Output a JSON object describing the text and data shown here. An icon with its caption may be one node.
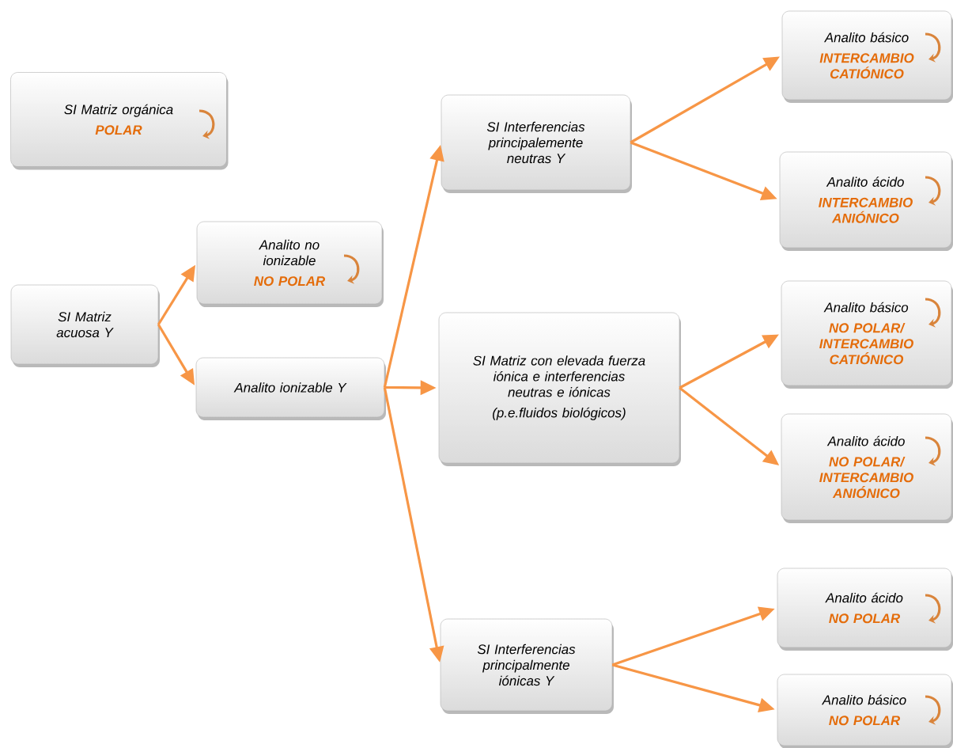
{
  "diagram": {
    "nodes": [
      {
        "text": [
          "SI Matriz orgánica",
          "POLAR"
        ]
      },
      {
        "text": [
          "SI Matriz acuosa Y"
        ]
      },
      {
        "text": [
          "Analito no ionizable",
          "NO POLAR"
        ]
      },
      {
        "text": [
          "Analito ionizable Y"
        ]
      },
      {
        "text": [
          "SI Interferencias principalemente neutras Y"
        ]
      },
      {
        "text": [
          "SI Matriz con elevada fuerza iónica e interferencias neutras e iónicas",
          "(p.e.fluidos biológicos)"
        ]
      },
      {
        "text": [
          "SI Interferencias principalmente iónicas Y"
        ]
      },
      {
        "text": [
          "Analito básico",
          "INTERCAMBIO CATIÓNICO"
        ]
      },
      {
        "text": [
          "Analito ácido",
          "INTERCAMBIO ANIÓNICO"
        ]
      },
      {
        "text": [
          "Analito básico",
          "NO POLAR/ INTERCAMBIO CATIÓNICO"
        ]
      },
      {
        "text": [
          "Analito ácido",
          "NO POLAR/ INTERCAMBIO ANIÓNICO"
        ]
      },
      {
        "text": [
          "Analito ácido",
          "NO POLAR"
        ]
      },
      {
        "text": [
          "Analito básico",
          "NO POLAR"
        ]
      }
    ],
    "edges": [
      {
        "from": 1,
        "to": 2,
        "arrow": "to"
      },
      {
        "from": 1,
        "to": 3,
        "arrow": "to"
      },
      {
        "from": 3,
        "to": 4,
        "arrow": "to"
      },
      {
        "from": 3,
        "to": 5,
        "arrow": "to"
      },
      {
        "from": 3,
        "to": 6,
        "arrow": "to"
      },
      {
        "from": 4,
        "to": 7,
        "arrow": "to"
      },
      {
        "from": 4,
        "to": 8,
        "arrow": "to"
      },
      {
        "from": 5,
        "to": 9,
        "arrow": "to"
      },
      {
        "from": 5,
        "to": 10,
        "arrow": "to"
      },
      {
        "from": 6,
        "to": 11,
        "arrow": "to"
      },
      {
        "from": 6,
        "to": 12,
        "arrow": "to"
      }
    ]
  }
}
